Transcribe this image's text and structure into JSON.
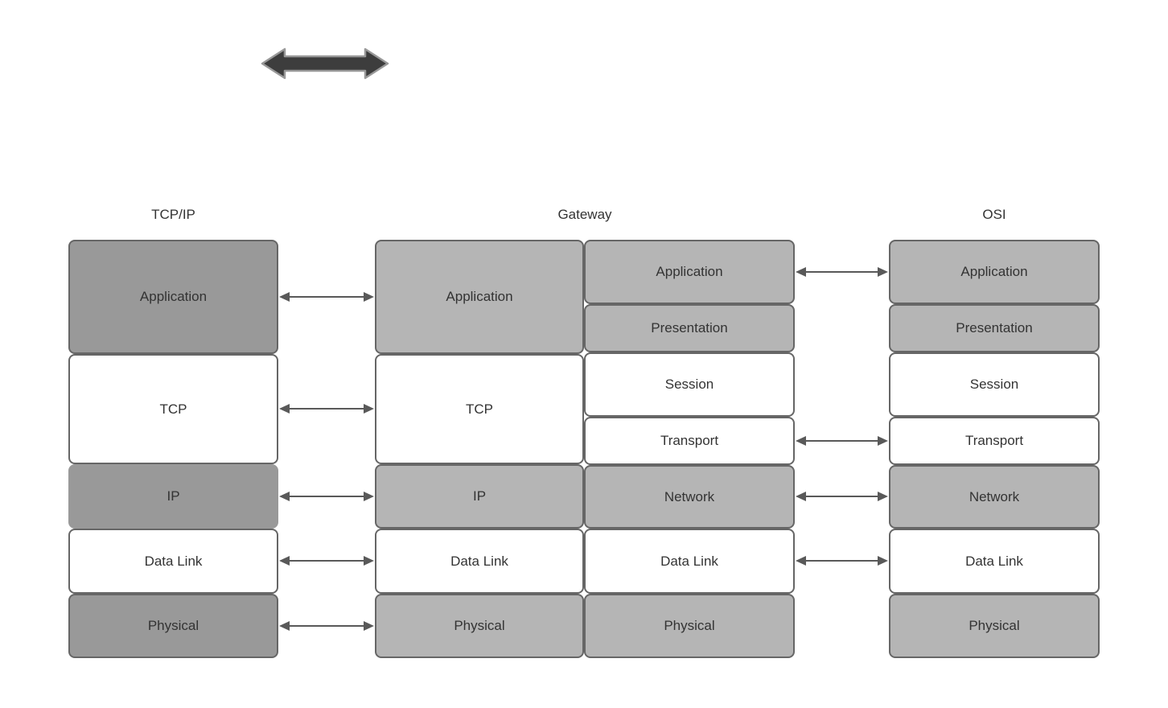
{
  "diagram": {
    "headers": {
      "tcpip": "TCP/IP",
      "gateway": "Gateway",
      "osi": "OSI"
    },
    "tcpip_layers": [
      {
        "label": "Application",
        "shade": "dark"
      },
      {
        "label": "TCP",
        "shade": "white"
      },
      {
        "label": "IP",
        "shade": "dark"
      },
      {
        "label": "Data Link",
        "shade": "white"
      },
      {
        "label": "Physical",
        "shade": "dark"
      }
    ],
    "gateway_left_layers": [
      {
        "label": "Application",
        "shade": "light"
      },
      {
        "label": "TCP",
        "shade": "white"
      },
      {
        "label": "IP",
        "shade": "light"
      },
      {
        "label": "Data Link",
        "shade": "white"
      },
      {
        "label": "Physical",
        "shade": "light"
      }
    ],
    "gateway_right_layers": [
      {
        "label": "Application",
        "shade": "light"
      },
      {
        "label": "Presentation",
        "shade": "light"
      },
      {
        "label": "Session",
        "shade": "white"
      },
      {
        "label": "Transport",
        "shade": "white"
      },
      {
        "label": "Network",
        "shade": "light"
      },
      {
        "label": "Data Link",
        "shade": "white"
      },
      {
        "label": "Physical",
        "shade": "light"
      }
    ],
    "osi_layers": [
      {
        "label": "Application",
        "shade": "light"
      },
      {
        "label": "Presentation",
        "shade": "light"
      },
      {
        "label": "Session",
        "shade": "white"
      },
      {
        "label": "Transport",
        "shade": "white"
      },
      {
        "label": "Network",
        "shade": "light"
      },
      {
        "label": "Data Link",
        "shade": "white"
      },
      {
        "label": "Physical",
        "shade": "light"
      }
    ],
    "connections": {
      "tcpip_to_gateway": [
        "Application",
        "TCP",
        "IP",
        "Data Link",
        "Physical"
      ],
      "gateway_to_osi": [
        "Application",
        "Transport",
        "Network",
        "Data Link"
      ]
    },
    "colors": {
      "dark_gray_fill": "#999999",
      "light_gray_fill": "#b5b5b5",
      "white_fill": "#ffffff",
      "box_border": "#666666",
      "connector_arrow": "#595959",
      "big_arrow_fill": "#3d3d3d",
      "big_arrow_stroke": "#999999",
      "text": "#333333",
      "background": "#ffffff"
    }
  }
}
